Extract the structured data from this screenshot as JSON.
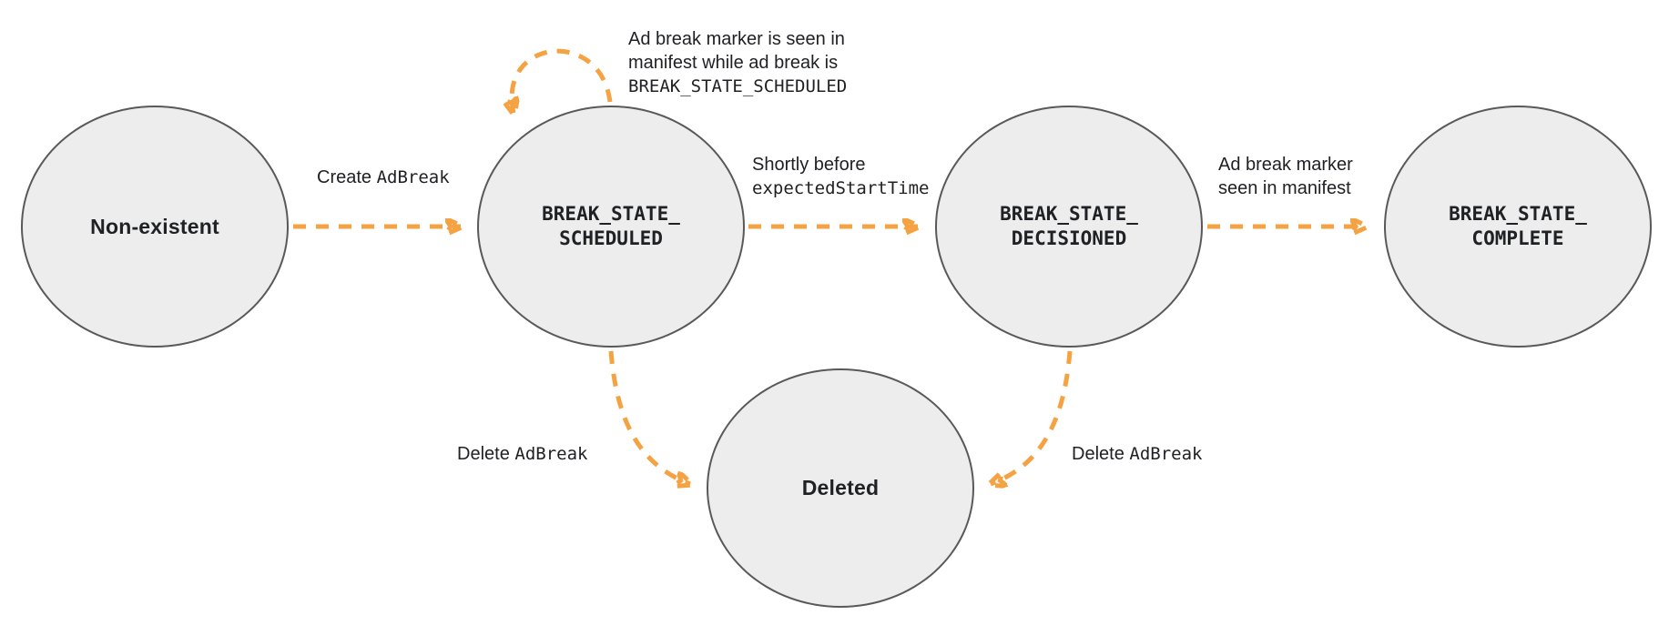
{
  "colors": {
    "arrow": "#F5A243",
    "state_fill": "#EDEDED",
    "state_border": "#595959",
    "text": "#202124"
  },
  "states": {
    "non_existent": {
      "label": "Non-existent"
    },
    "scheduled": {
      "line1": "BREAK_STATE_",
      "line2": "SCHEDULED"
    },
    "decisioned": {
      "line1": "BREAK_STATE_",
      "line2": "DECISIONED"
    },
    "complete": {
      "line1": "BREAK_STATE_",
      "line2": "COMPLETE"
    },
    "deleted": {
      "label": "Deleted"
    }
  },
  "transitions": {
    "create": {
      "text": "Create ",
      "code": "AdBreak"
    },
    "self_loop": {
      "line1": "Ad break marker is seen in",
      "line2": "manifest while ad break is",
      "code": "BREAK_STATE_SCHEDULED"
    },
    "shortly": {
      "text": "Shortly before",
      "code": "expectedStartTime"
    },
    "marker_seen": {
      "line1": "Ad break marker",
      "line2": "seen in manifest"
    },
    "delete_left": {
      "text": "Delete ",
      "code": "AdBreak"
    },
    "delete_right": {
      "text": "Delete ",
      "code": "AdBreak"
    }
  }
}
